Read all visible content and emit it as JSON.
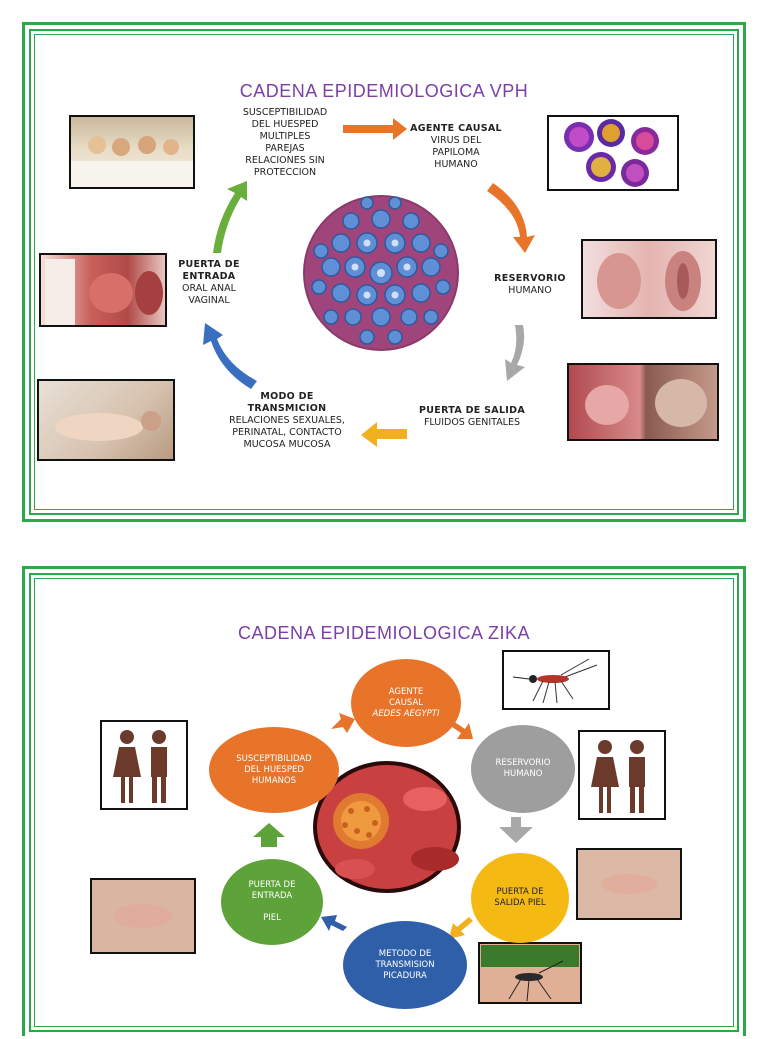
{
  "vph": {
    "title": "CADENA EPIDEMIOLOGICA VPH",
    "susceptibilidad": [
      "SUSCEPTIBILIDAD",
      "DEL HUESPED",
      "MULTIPLES",
      "PAREJAS",
      "RELACIONES SIN",
      "PROTECCION"
    ],
    "agente_title": "AGENTE CAUSAL",
    "agente_lines": [
      "VIRUS DEL",
      "PAPILOMA",
      "HUMANO"
    ],
    "reservorio_title": "RESERVORIO",
    "reservorio_lines": [
      "HUMANO"
    ],
    "puerta_salida_title": "PUERTA DE SALIDA",
    "puerta_salida_lines": [
      "FLUIDOS GENITALES"
    ],
    "modo_title": [
      "MODO DE",
      "TRANSMICION"
    ],
    "modo_lines": [
      "RELACIONES SEXUALES,",
      "PERINATAL, CONTACTO",
      "MUCOSA MUCOSA"
    ],
    "puerta_entrada_title": [
      "PUERTA DE",
      "ENTRADA"
    ],
    "puerta_entrada_lines": [
      "ORAL ANAL",
      "VAGINAL"
    ],
    "colors": {
      "title": "#7b3fa6",
      "arrow_agente": "#e8742a",
      "arrow_reservorio": "#e8742a",
      "arrow_salida": "#a8a8a8",
      "arrow_modo": "#f2b01e",
      "arrow_entrada": "#3a6fc0",
      "arrow_susc": "#6aae3c"
    }
  },
  "zika": {
    "title": "CADENA EPIDEMIOLOGICA ZIKA",
    "agente": [
      "AGENTE",
      "CAUSAL",
      "AEDES AEGYPTI"
    ],
    "reservorio": [
      "RESERVORIO",
      "HUMANO"
    ],
    "puerta_salida": [
      "PUERTA DE",
      "SALIDA PIEL"
    ],
    "metodo": [
      "METODO DE",
      "TRANSMISION",
      "PICADURA"
    ],
    "puerta_entrada": [
      "PUERTA DE",
      "ENTRADA",
      "",
      "PIEL"
    ],
    "susceptibilidad": [
      "SUSCEPTIBILIDAD",
      "DEL HUESPED",
      "HUMANOS"
    ],
    "colors": {
      "title": "#7b3fa6",
      "agente": "#e8742a",
      "reservorio": "#9e9e9e",
      "puerta_salida": "#f5b914",
      "metodo": "#2e5fa8",
      "puerta_entrada": "#5ea23a",
      "susceptibilidad": "#e8742a"
    }
  }
}
